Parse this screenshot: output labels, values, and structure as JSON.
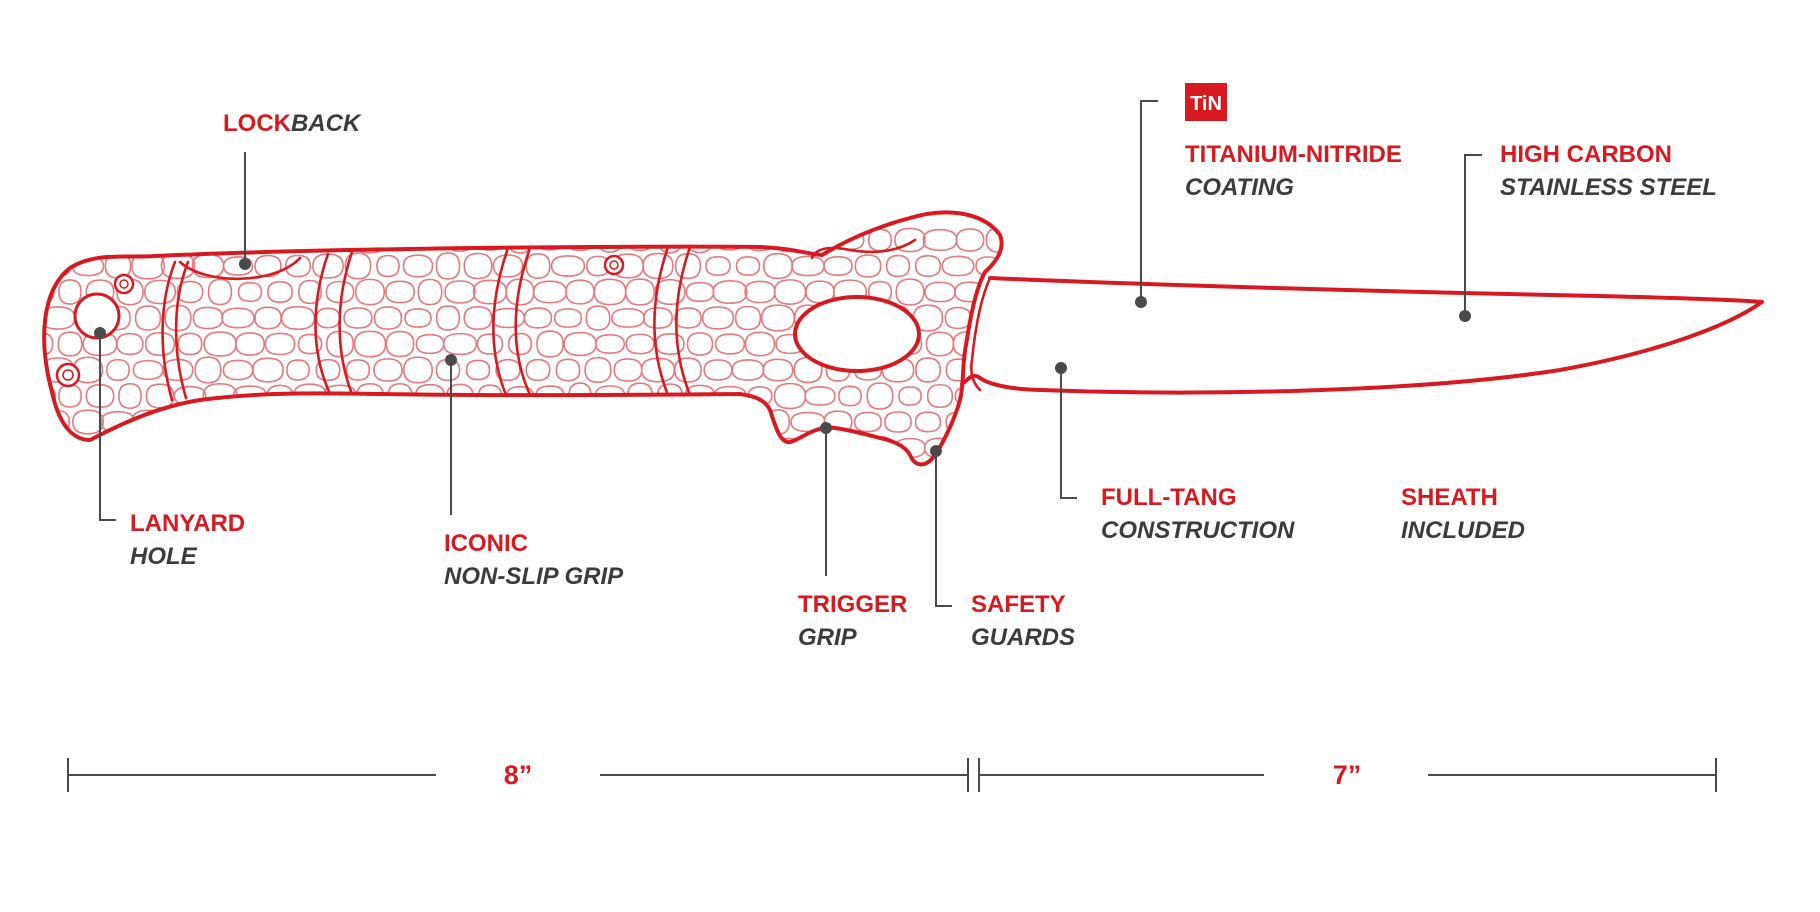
{
  "badge": {
    "text": "TiN",
    "color": "#d71920"
  },
  "labels": {
    "lockback": {
      "red": "LOCK",
      "gray": "BACK"
    },
    "tin": {
      "line1": "TITANIUM-NITRIDE",
      "line2": "COATING"
    },
    "carbon": {
      "line1": "HIGH CARBON",
      "line2": "STAINLESS STEEL"
    },
    "lanyard": {
      "line1": "LANYARD",
      "line2": "HOLE"
    },
    "iconic": {
      "line1": "ICONIC",
      "line2": "NON-SLIP GRIP"
    },
    "trigger": {
      "line1": "TRIGGER",
      "line2": "GRIP"
    },
    "safety": {
      "line1": "SAFETY",
      "line2": "GUARDS"
    },
    "fulltang": {
      "line1": "FULL-TANG",
      "line2": "CONSTRUCTION"
    },
    "sheath": {
      "line1": "SHEATH",
      "line2": "INCLUDED"
    }
  },
  "dimensions": {
    "handle": "8”",
    "blade": "7”"
  },
  "colors": {
    "accent": "#d71920",
    "text": "#3c3c3c",
    "leader": "#4a4a4a"
  }
}
